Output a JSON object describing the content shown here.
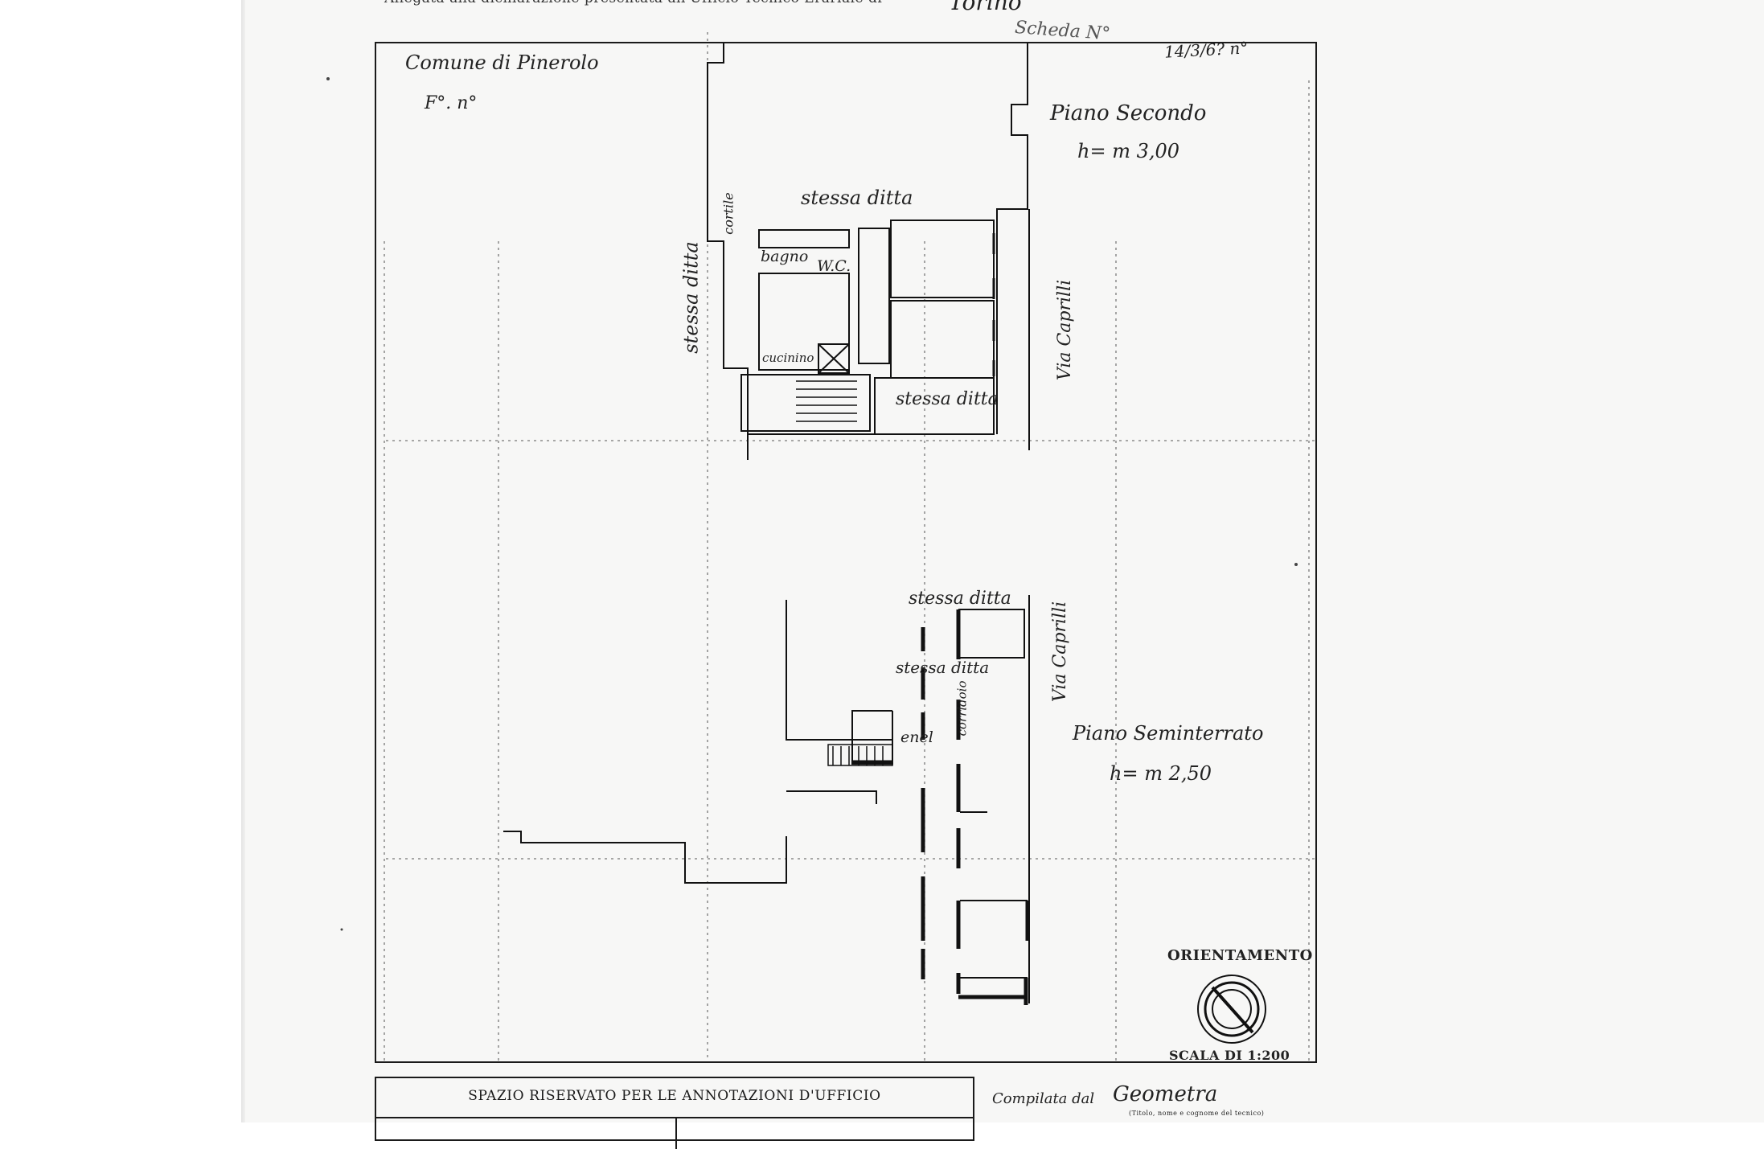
{
  "header": {
    "printed_text": "Allegata alla dichiarazione presentata all'Ufficio Tecnico Erariale di",
    "city_handwritten": "Torino",
    "scheda": "Scheda N° ",
    "date": "14/3/6? n°"
  },
  "plan": {
    "comune": "Comune di Pinerolo",
    "foglio": "F°.   n°",
    "upper_floor": {
      "title": "Piano Secondo",
      "height": "h= m 3,00",
      "labels": {
        "stessa_ditta_top": "stessa ditta",
        "stessa_ditta_left": "stessa ditta",
        "cortile": "cortile",
        "bagno": "bagno",
        "wc": "W.C.",
        "cucinino": "cucinino",
        "stessa_ditta_bottom": "stessa ditta",
        "via": "Via Caprilli"
      }
    },
    "lower_floor": {
      "title": "Piano Seminterrato",
      "height": "h= m 2,50",
      "labels": {
        "stessa_ditta_1": "stessa ditta",
        "stessa_ditta_2": "stessa ditta",
        "corridoio": "corridoio",
        "enel": "enel",
        "via": "Via Caprilli"
      }
    },
    "orientamento": "ORIENTAMENTO",
    "scala": "SCALA DI 1:200"
  },
  "office": {
    "title": "SPAZIO RISERVATO PER LE ANNOTAZIONI D'UFFICIO"
  },
  "compiler": {
    "label": "Compilata dal",
    "role": "Geometra",
    "note": "(Titolo, nome e cognome del tecnico)"
  }
}
